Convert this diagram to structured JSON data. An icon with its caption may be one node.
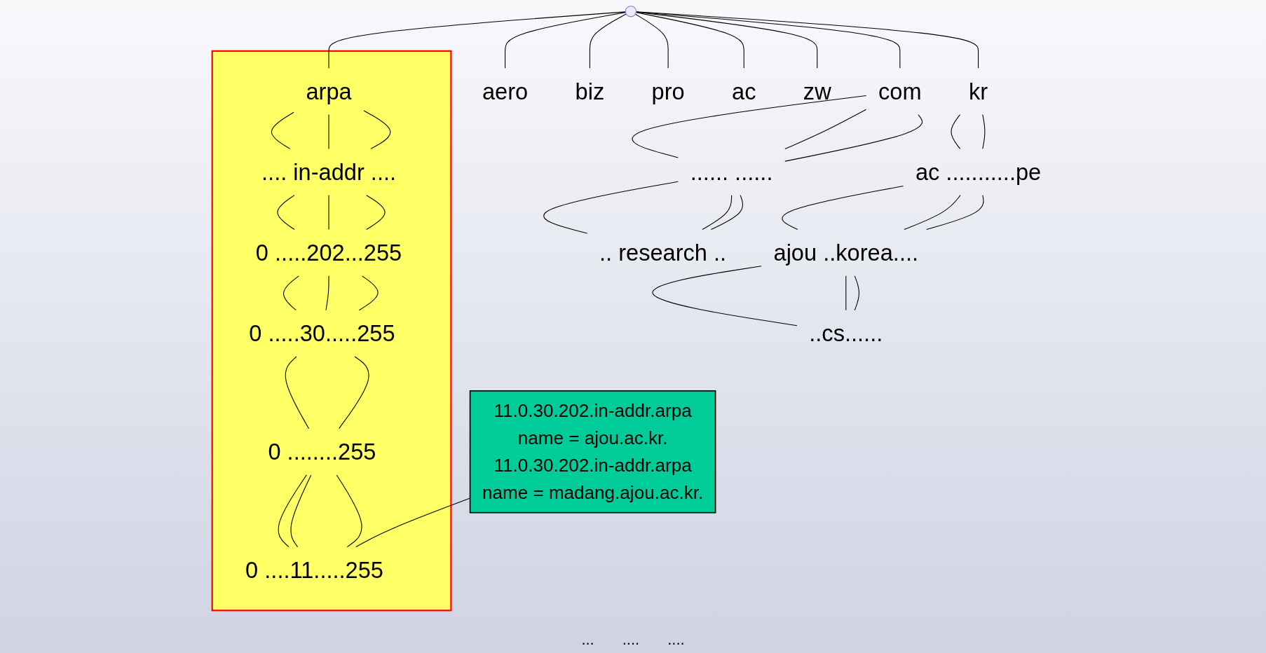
{
  "diagram": {
    "nodes": [
      {
        "text": [],
        "shape": "point"
      },
      {
        "text": [],
        "shape": "box"
      },
      {
        "text": [
          "arpa"
        ],
        "in": 1
      },
      {
        "text": [
          ".... in-addr ...."
        ],
        "in": 1
      },
      {
        "text": [
          "0 .....202...255"
        ],
        "in": 1
      },
      {
        "text": [
          "0 .....30.....255"
        ],
        "in": 1
      },
      {
        "text": [
          "0 ........255"
        ],
        "in": 1
      },
      {
        "text": [
          "0 ....11.....255"
        ],
        "in": 1
      },
      {
        "text": [
          "aero"
        ]
      },
      {
        "text": [
          "biz"
        ]
      },
      {
        "text": [
          "com"
        ]
      },
      {
        "text": [
          "pro"
        ]
      },
      {
        "text": [
          "ac"
        ]
      },
      {
        "text": [
          "kr"
        ]
      },
      {
        "text": [
          "zw"
        ]
      },
      {
        "text": [
          "...... ......"
        ]
      },
      {
        "text": [
          ".. research .."
        ]
      },
      {
        "text": [
          "ac ...........pe"
        ]
      },
      {
        "text": [
          "ajou ..korea...."
        ]
      },
      {
        "text": [
          "..cs......"
        ]
      },
      {
        "text": [
          "11.0.30.202.in-addr.arpa",
          "name = ajou.ac.kr.",
          "11.0.30.202.in-addr.arpa",
          "name = madang.ajou.ac.kr."
        ]
      }
    ],
    "edges": [
      {
        "from": 0,
        "to": 2,
        "arrow": "none"
      },
      {
        "from": 0,
        "to": 8,
        "arrow": "none"
      },
      {
        "from": 0,
        "to": 9,
        "arrow": "none"
      },
      {
        "from": 0,
        "to": 10,
        "arrow": "none"
      },
      {
        "from": 0,
        "to": 11,
        "arrow": "none"
      },
      {
        "from": 0,
        "to": 12,
        "arrow": "none"
      },
      {
        "from": 0,
        "to": 13,
        "arrow": "none"
      },
      {
        "from": 0,
        "to": 14,
        "arrow": "none"
      },
      {
        "from": 2,
        "to": 3,
        "arrow": "none"
      },
      {
        "from": 2,
        "to": 3,
        "arrow": "none"
      },
      {
        "from": 2,
        "to": 3,
        "arrow": "none"
      },
      {
        "from": 3,
        "to": 4,
        "arrow": "none"
      },
      {
        "from": 3,
        "to": 4,
        "arrow": "none"
      },
      {
        "from": 3,
        "to": 4,
        "arrow": "none"
      },
      {
        "from": 4,
        "to": 5,
        "arrow": "none"
      },
      {
        "from": 4,
        "to": 5,
        "arrow": "none"
      },
      {
        "from": 4,
        "to": 5,
        "arrow": "none"
      },
      {
        "from": 5,
        "to": 6,
        "arrow": "none"
      },
      {
        "from": 5,
        "to": 6,
        "arrow": "none"
      },
      {
        "from": 6,
        "to": 7,
        "arrow": "none"
      },
      {
        "from": 6,
        "to": 7,
        "arrow": "none"
      },
      {
        "from": 6,
        "to": 7,
        "arrow": "none"
      },
      {
        "from": 10,
        "to": 15,
        "arrow": "none"
      },
      {
        "from": 10,
        "to": 15,
        "arrow": "none"
      },
      {
        "from": 10,
        "to": 15,
        "arrow": "none"
      },
      {
        "from": 15,
        "to": 16,
        "arrow": "none"
      },
      {
        "from": 15,
        "to": 16,
        "arrow": "none"
      },
      {
        "from": 15,
        "to": 16,
        "arrow": "none"
      },
      {
        "from": 13,
        "to": 17,
        "arrow": "none"
      },
      {
        "from": 13,
        "to": 17,
        "arrow": "none"
      },
      {
        "from": 17,
        "to": 18,
        "arrow": "none"
      },
      {
        "from": 17,
        "to": 18,
        "arrow": "none"
      },
      {
        "from": 17,
        "to": 18,
        "arrow": "none"
      },
      {
        "from": 18,
        "to": 19,
        "arrow": "none"
      },
      {
        "from": 18,
        "to": 19,
        "arrow": "none"
      },
      {
        "from": 18,
        "to": 19,
        "arrow": "none"
      },
      {
        "from": 20,
        "to": 7,
        "arrow": "none"
      }
    ],
    "labels": [
      "...",
      "....",
      "...."
    ]
  }
}
